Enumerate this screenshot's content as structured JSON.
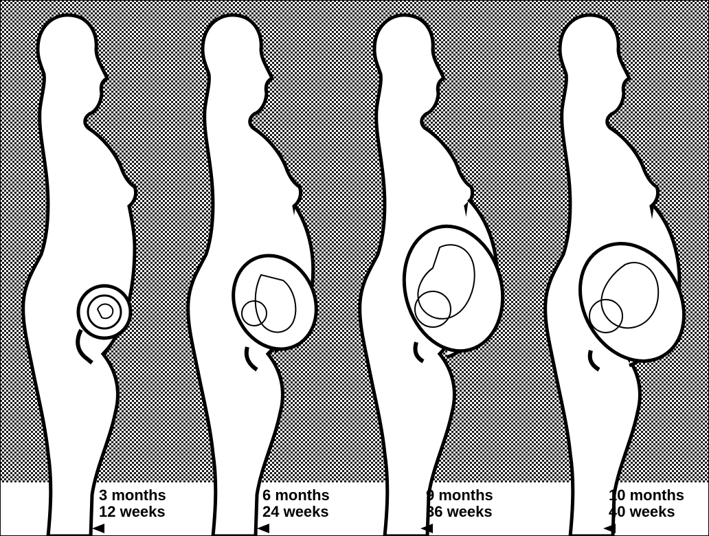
{
  "stages": [
    {
      "months": "3 months",
      "weeks": "12 weeks"
    },
    {
      "months": "6 months",
      "weeks": "24 weeks"
    },
    {
      "months": "9 months",
      "weeks": "36 weeks"
    },
    {
      "months": "10 months",
      "weeks": "40 weeks"
    }
  ],
  "colors": {
    "background_pattern_dark": "#000000",
    "background_pattern_light": "#ffffff",
    "silhouette_fill": "#ffffff",
    "outline": "#000000"
  }
}
